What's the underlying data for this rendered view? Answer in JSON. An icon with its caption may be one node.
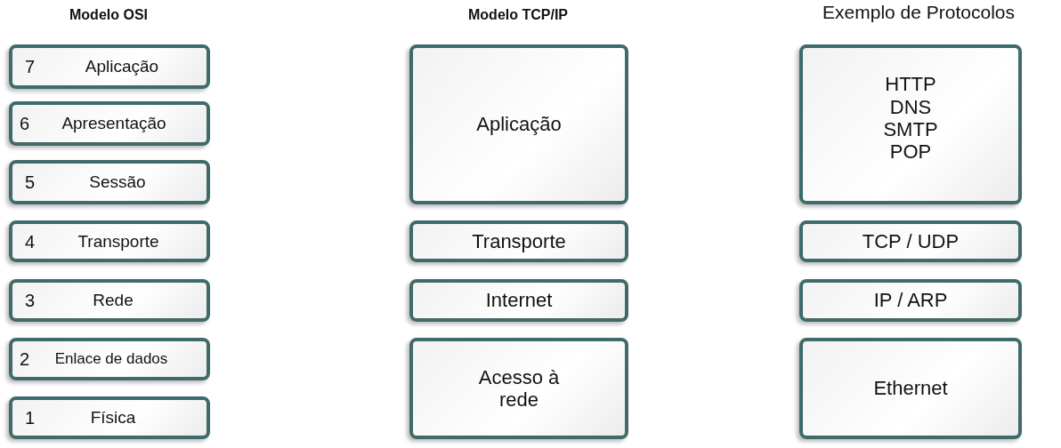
{
  "diagram": {
    "nodes": [
      {
        "text": [
          "7",
          "Aplicação"
        ]
      },
      {
        "text": [
          "6",
          "Apresentação"
        ]
      },
      {
        "text": [
          "5",
          "Sessão"
        ]
      },
      {
        "text": [
          "4",
          "Transporte"
        ]
      },
      {
        "text": [
          "3",
          "Rede"
        ]
      },
      {
        "text": [
          "2",
          "Enlace de dados"
        ]
      },
      {
        "text": [
          "1",
          "Física"
        ]
      },
      {
        "text": [
          "Aplicação"
        ]
      },
      {
        "text": [
          "Transporte"
        ]
      },
      {
        "text": [
          "Internet"
        ]
      },
      {
        "text": [
          "Acesso à rede"
        ]
      },
      {
        "text": [
          "HTTP",
          "DNS",
          "SMTP",
          "POP"
        ]
      },
      {
        "text": [
          "TCP / UDP"
        ]
      },
      {
        "text": [
          "IP / ARP"
        ]
      },
      {
        "text": [
          "Ethernet"
        ]
      }
    ],
    "labels": [
      "Modelo OSI",
      "Modelo TCP/IP",
      "Exemplo de Protocolos"
    ]
  }
}
